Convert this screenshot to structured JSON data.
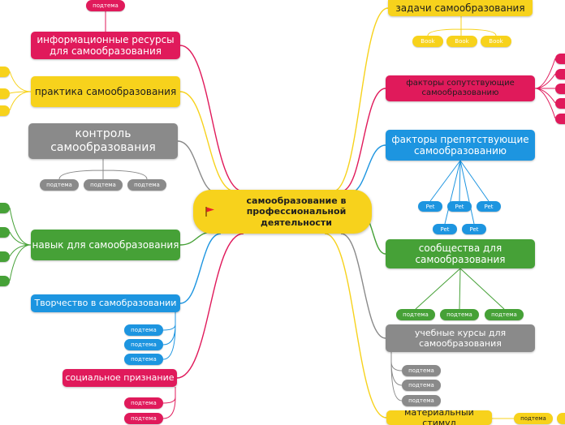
{
  "central": {
    "label": "самообразование в профессиональной деятельности",
    "icon": "flag-icon"
  },
  "left": {
    "info": {
      "label": "информационные ресурсы для самообразования",
      "subs": [
        "подтема"
      ]
    },
    "practice": {
      "label": "практика самообразования"
    },
    "control": {
      "label": "контроль самообразования",
      "subs": [
        "подтема",
        "подтема",
        "подтема"
      ]
    },
    "skill": {
      "label": "навык для самообразования"
    },
    "creativity": {
      "label": "Творчество в самобразовании",
      "subs": [
        "подтема",
        "подтема",
        "подтема"
      ]
    },
    "social": {
      "label": "социальное признание",
      "subs": [
        "подтема",
        "подтема"
      ]
    }
  },
  "right": {
    "tasks": {
      "label": "задачи самообразования",
      "subs": [
        "Book",
        "Book",
        "Book"
      ]
    },
    "factors_support": {
      "label": "факторы сопутствующие самообразованию"
    },
    "factors_hinder": {
      "label": "факторы препятствующие самообразованию",
      "subs": [
        "Pet",
        "Pet",
        "Pet",
        "Pet",
        "Pet"
      ]
    },
    "communities": {
      "label": "сообщества для самообразования",
      "subs": [
        "подтема",
        "подтема",
        "подтема"
      ]
    },
    "courses": {
      "label": "учебные курсы для самообразования",
      "subs": [
        "подтема",
        "подтема",
        "подтема"
      ]
    },
    "material": {
      "label": "материальный стимул",
      "subs": [
        "подтема"
      ]
    }
  },
  "colors": {
    "yellow": "#f7d21c",
    "red": "#e01a5b",
    "blue": "#1d95e0",
    "green": "#46a137",
    "gray": "#8a8a8a"
  }
}
